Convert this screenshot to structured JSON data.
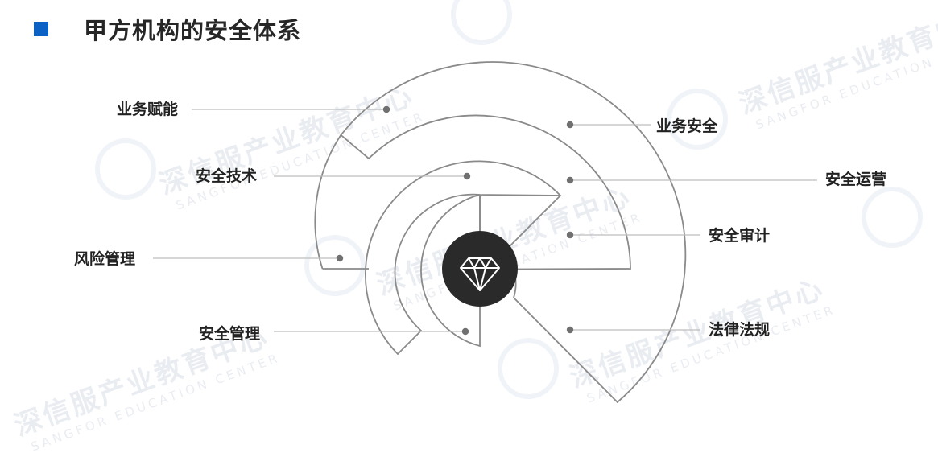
{
  "title": "甲方机构的安全体系",
  "labels": {
    "business_empower": "业务赋能",
    "security_tech": "安全技术",
    "risk_mgmt": "风险管理",
    "security_mgmt": "安全管理",
    "business_security": "业务安全",
    "security_ops": "安全运营",
    "security_audit": "安全审计",
    "laws_regulations": "法律法规"
  },
  "watermark": {
    "cn": "深信服产业教育中心",
    "en": "SANGFOR EDUCATION CENTER"
  },
  "colors": {
    "accent": "#0b62c4",
    "arc_stroke": "#8a8a8a",
    "leader_line": "#bdbdbd",
    "center_circle": "#2a2a2a"
  },
  "center_icon": "diamond-icon"
}
